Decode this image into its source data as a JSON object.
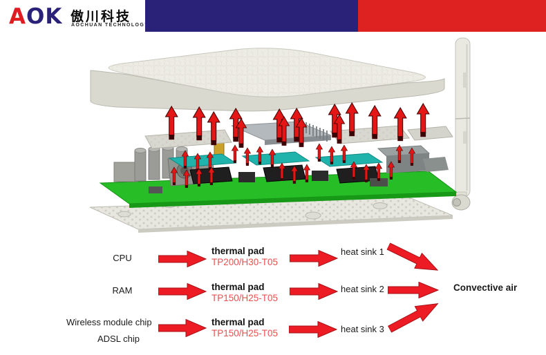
{
  "header": {
    "logo_letters": [
      {
        "char": "A",
        "color": "#e11b22"
      },
      {
        "char": "O",
        "color": "#2a2178"
      },
      {
        "char": "K",
        "color": "#2a2178"
      }
    ],
    "logo_chinese": "傲川科技",
    "logo_subtitle": "AOCHUAN TECHNOLOGY",
    "bar_blue": "#2a2178",
    "bar_red": "#de2222"
  },
  "figure": {
    "palette": {
      "arrow_red": "#e51616",
      "pcb_green": "#27bd27",
      "cover_beige": "#ecece4",
      "thermal_pad_teal": "#1fb3ab",
      "heatsink_gray": "#b3b9bd"
    }
  },
  "flow": {
    "pad_code_color": "#e85050",
    "rows": [
      {
        "source1": "CPU",
        "source2": "",
        "pad_title": "thermal pad",
        "pad_code": "TP200/H30-T05",
        "sink": "heat sink 1"
      },
      {
        "source1": "RAM",
        "source2": "",
        "pad_title": "thermal pad",
        "pad_code": "TP150/H25-T05",
        "sink": "heat sink 2"
      },
      {
        "source1": "Wireless module chip",
        "source2": "ADSL chip",
        "pad_title": "thermal pad",
        "pad_code": "TP150/H25-T05",
        "sink": "heat sink 3"
      }
    ],
    "result": "Convective air"
  }
}
